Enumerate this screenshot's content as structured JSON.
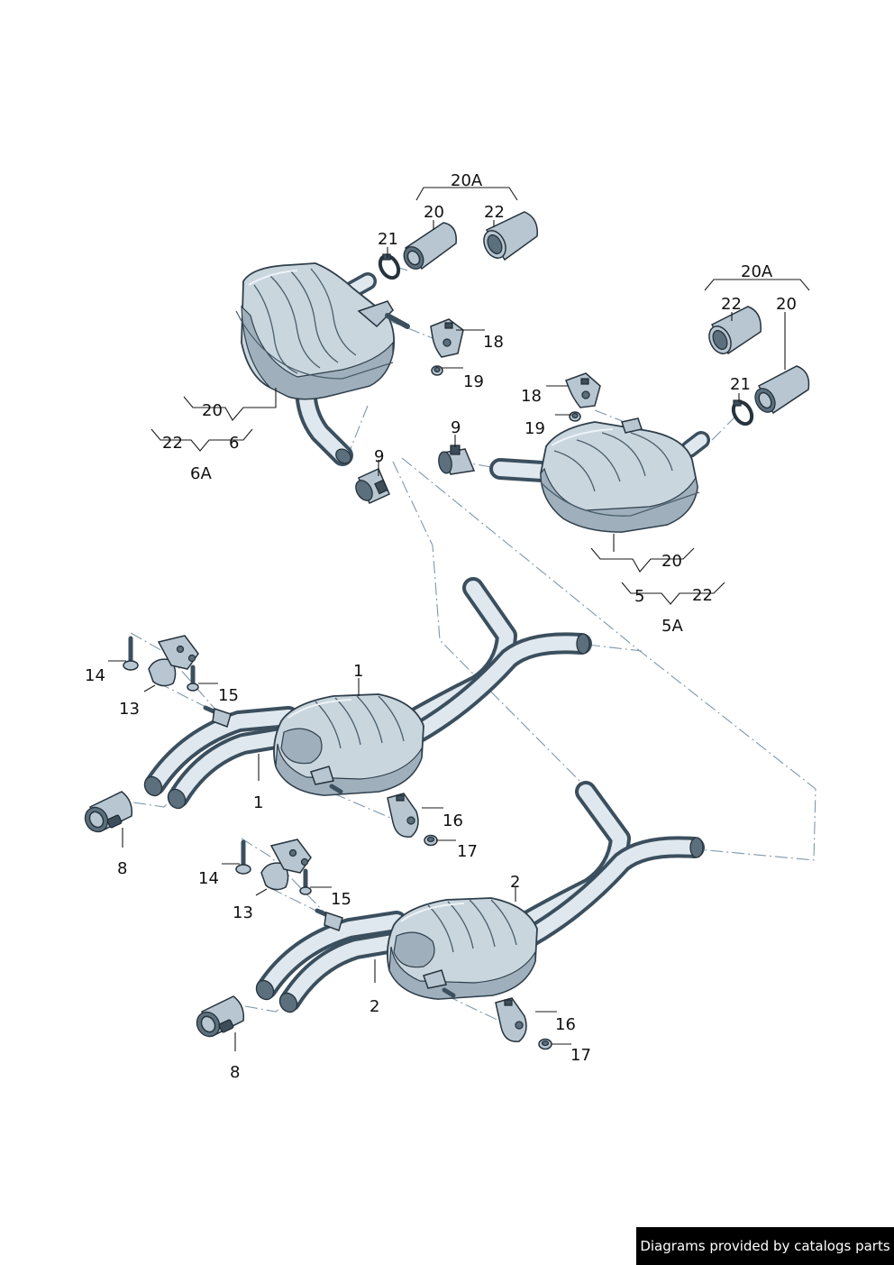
{
  "callouts": {
    "c20A_top": "20A",
    "c20_top": "20",
    "c22_top": "22",
    "c21_top": "21",
    "c18_top": "18",
    "c19_top": "19",
    "c20_left": "20",
    "c22_6A": "22",
    "c6": "6",
    "c6A": "6A",
    "c9_left": "9",
    "c9_right": "9",
    "c20A_right": "20A",
    "c22_right": "22",
    "c20_right": "20",
    "c21_right": "21",
    "c18_right": "18",
    "c19_right": "19",
    "c20_5A": "20",
    "c5": "5",
    "c22_5A": "22",
    "c5A": "5A",
    "c14_a": "14",
    "c13_a": "13",
    "c15_a": "15",
    "c1_top": "1",
    "c1_bot": "1",
    "c8_a": "8",
    "c16_a": "16",
    "c17_a": "17",
    "c14_b": "14",
    "c13_b": "13",
    "c15_b": "15",
    "c2_top": "2",
    "c2_bot": "2",
    "c8_b": "8",
    "c16_b": "16",
    "c17_b": "17"
  },
  "footer": {
    "text": "Diagrams provided by catalogs parts"
  },
  "colors": {
    "part_fill": "#c9d6de",
    "part_outline": "#2f3f4b",
    "dash_line": "#7e98aa",
    "footer_bg": "#000000",
    "footer_text": "#ffffff"
  }
}
